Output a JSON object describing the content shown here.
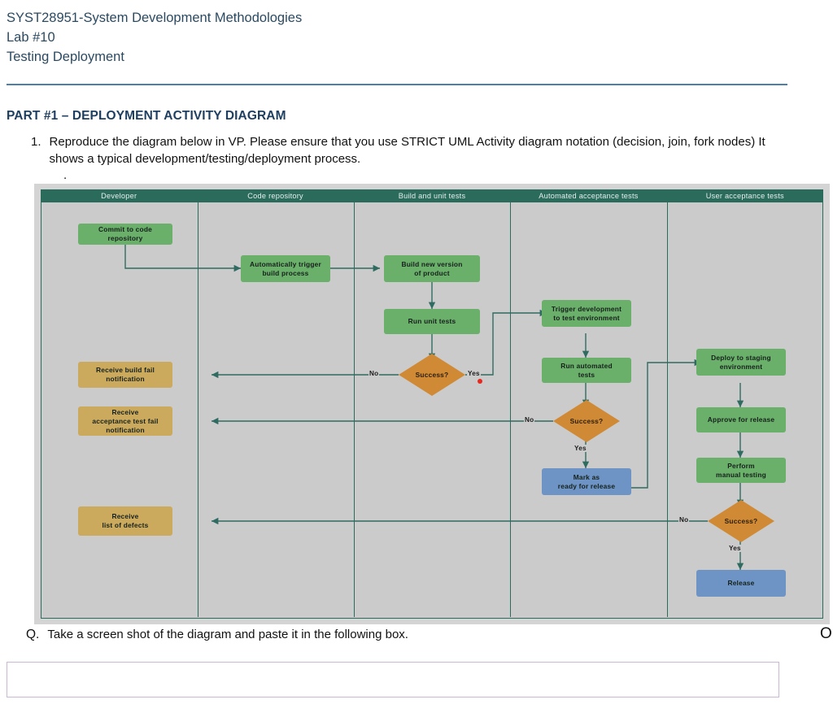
{
  "document": {
    "header_lines": [
      "SYST28951-System Development Methodologies",
      "Lab #10",
      "Testing Deployment"
    ],
    "part_title": "PART #1 – DEPLOYMENT ACTIVITY DIAGRAM",
    "instruction": {
      "number": "1.",
      "text": "Reproduce the diagram below in VP. Please ensure that you use STRICT UML Activity diagram notation (decision, join, fork nodes) It shows a typical development/testing/deployment process."
    },
    "stray_mark": ".",
    "question": {
      "number": "Q.",
      "text": "Take a screen shot of the diagram and paste it in the following box."
    },
    "edge_glyph": "O",
    "answer_box_value": ""
  },
  "colors": {
    "lane_header_bg": "#2a6b5b",
    "lane_body_bg": "#cbcbcb",
    "frame_bg": "#d4d4d4",
    "action_green": "#6aaf6a",
    "decision_orange": "#d08a36",
    "terminal_blue": "#6d94c4",
    "receive_tan": "#cbaa5e",
    "connector": "#2f6b60",
    "marker_red": "#e8281e",
    "rule_blue": "#4f7fa8",
    "heading_blue": "#1f3f60"
  },
  "diagram": {
    "lanes": [
      {
        "label": "Developer"
      },
      {
        "label": "Code repository"
      },
      {
        "label": "Build and unit tests"
      },
      {
        "label": "Automated acceptance tests"
      },
      {
        "label": "User acceptance tests"
      }
    ],
    "nodes": [
      {
        "id": "commit",
        "label": "Commit to code\nrepository",
        "kind": "action",
        "lane": 0
      },
      {
        "id": "auto-trigger",
        "label": "Automatically trigger\nbuild process",
        "kind": "action",
        "lane": 1
      },
      {
        "id": "build-new",
        "label": "Build new version\nof product",
        "kind": "action",
        "lane": 2
      },
      {
        "id": "run-unit",
        "label": "Run unit tests",
        "kind": "action",
        "lane": 2
      },
      {
        "id": "unit-success",
        "label": "Success?",
        "kind": "decision",
        "lane": 2
      },
      {
        "id": "trigger-dev",
        "label": "Trigger development\nto test environment",
        "kind": "action",
        "lane": 3
      },
      {
        "id": "run-auto",
        "label": "Run automated\ntests",
        "kind": "action",
        "lane": 3
      },
      {
        "id": "auto-success",
        "label": "Success?",
        "kind": "decision",
        "lane": 3
      },
      {
        "id": "mark-ready",
        "label": "Mark as\nready for release",
        "kind": "terminal",
        "lane": 3
      },
      {
        "id": "deploy-stage",
        "label": "Deploy to staging\nenvironment",
        "kind": "action",
        "lane": 4
      },
      {
        "id": "approve",
        "label": "Approve for release",
        "kind": "action",
        "lane": 4
      },
      {
        "id": "manual-test",
        "label": "Perform\nmanual testing",
        "kind": "action",
        "lane": 4
      },
      {
        "id": "uat-success",
        "label": "Success?",
        "kind": "decision",
        "lane": 4
      },
      {
        "id": "release",
        "label": "Release",
        "kind": "terminal",
        "lane": 4
      },
      {
        "id": "recv-build",
        "label": "Receive build fail\nnotification",
        "kind": "receive",
        "lane": 0
      },
      {
        "id": "recv-accept",
        "label": "Receive\nacceptance test fail\nnotification",
        "kind": "receive",
        "lane": 0
      },
      {
        "id": "recv-defects",
        "label": "Receive\nlist of defects",
        "kind": "receive",
        "lane": 0
      }
    ],
    "edge_labels": [
      {
        "id": "unit-no",
        "text": "No"
      },
      {
        "id": "unit-yes",
        "text": "Yes"
      },
      {
        "id": "auto-no",
        "text": "No"
      },
      {
        "id": "auto-yes",
        "text": "Yes"
      },
      {
        "id": "uat-no",
        "text": "No"
      },
      {
        "id": "uat-yes",
        "text": "Yes"
      }
    ]
  }
}
